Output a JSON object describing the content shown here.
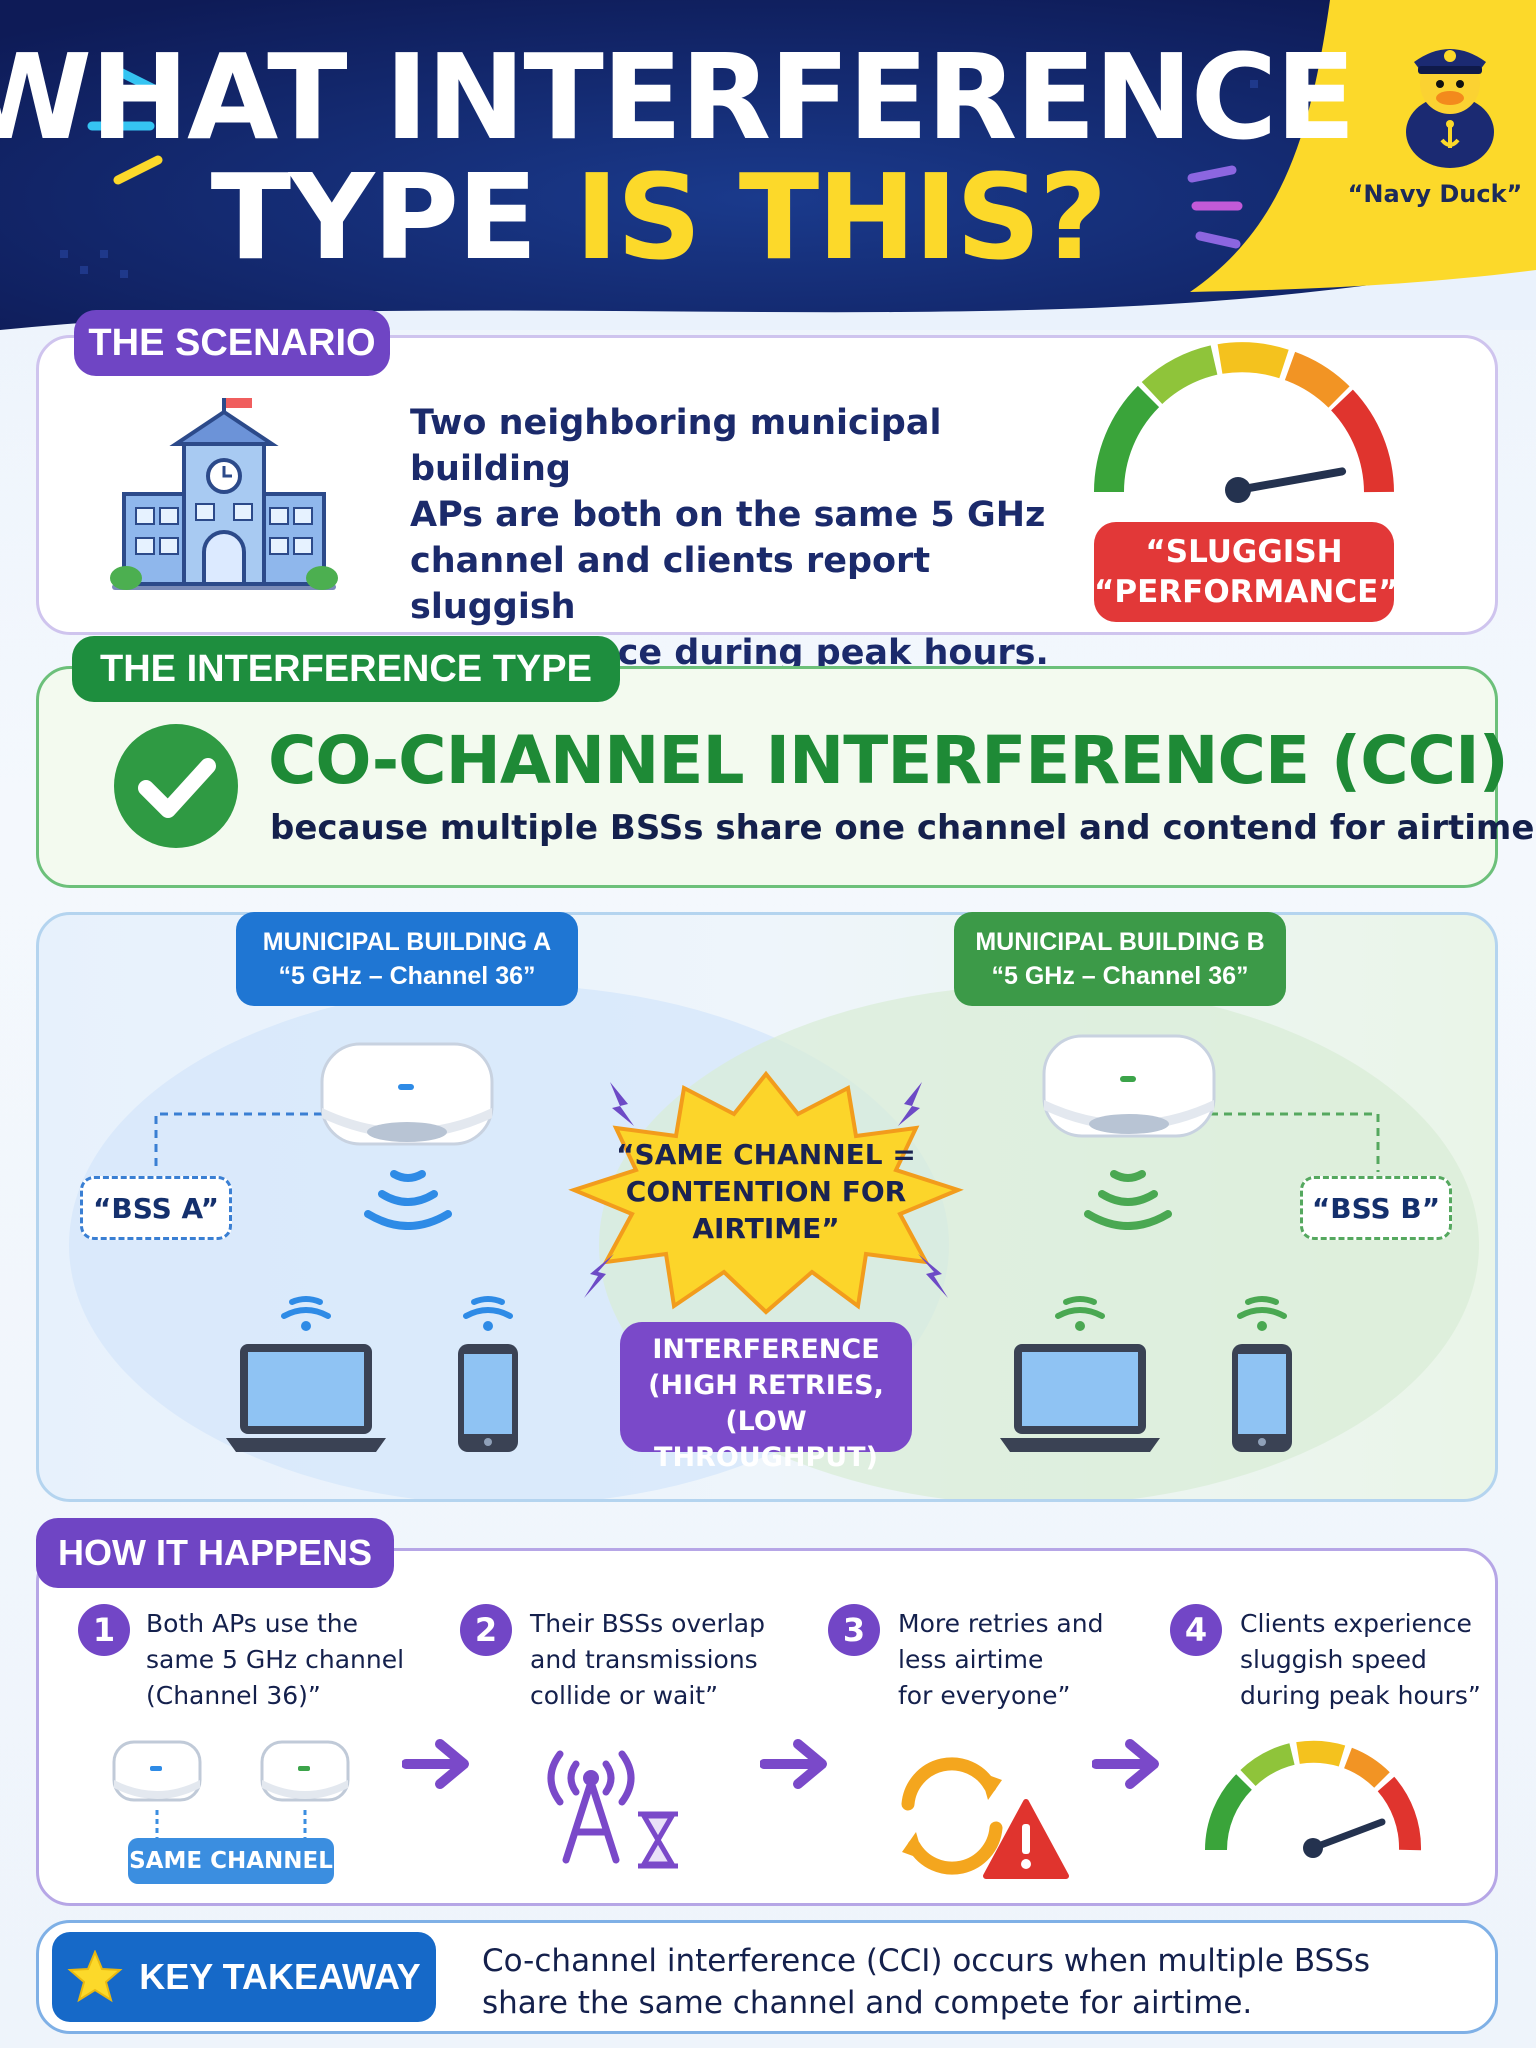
{
  "header": {
    "title_line1": "WHAT INTERFERENCE",
    "title_line2_white": "TYPE",
    "title_line2_yellow": "IS THIS?",
    "mascot_label": "“Navy Duck”",
    "mascot_icon": "duck-captain-mascot-icon",
    "colors": {
      "navy": "#101e5c",
      "yellow": "#fcd92a"
    }
  },
  "scenario": {
    "label": "THE SCENARIO",
    "lines": [
      "Two neighboring municipal building",
      "APs are both on the same 5 GHz",
      "channel and clients report sluggish",
      "performance during peak hours."
    ],
    "badge_line1": "“SLUGGISH",
    "badge_line2": "“PERFORMANCE”",
    "gauge_level": 0.88
  },
  "interference_type": {
    "label": "THE INTERFERENCE TYPE",
    "title": "CO-CHANNEL INTERFERENCE (CCI)",
    "subtitle": "because multiple BSSs share one channel and contend for airtime"
  },
  "diagram": {
    "building_a_line1": "MUNICIPAL BUILDING A",
    "building_a_line2": "“5 GHz – Channel 36”",
    "building_b_line1": "MUNICIPAL BUILDING B",
    "building_b_line2": "“5 GHz – Channel 36”",
    "bss_a": "“BSS A”",
    "bss_b": "“BSS B”",
    "burst_lines": [
      "“SAME CHANNEL =",
      "CONTENTION FOR",
      "AIRTIME”"
    ],
    "interference_lines": [
      "INTERFERENCE",
      "(HIGH RETRIES,",
      "(LOW THROUGHPUT)"
    ]
  },
  "how": {
    "label": "HOW IT HAPPENS",
    "steps": [
      {
        "num": "1",
        "lines": [
          "Both APs use the",
          "same 5 GHz channel",
          "(Channel 36)”"
        ]
      },
      {
        "num": "2",
        "lines": [
          "Their BSSs overlap",
          "and transmissions",
          "collide or wait”"
        ]
      },
      {
        "num": "3",
        "lines": [
          "More retries and",
          "less airtime",
          "for everyone”"
        ]
      },
      {
        "num": "4",
        "lines": [
          "Clients experience",
          "sluggish speed",
          "during peak hours”"
        ]
      }
    ],
    "same_channel": "SAME CHANNEL"
  },
  "takeaway": {
    "label": "KEY TAKEAWAY",
    "lines": [
      "Co-channel interference (CCI) occurs when multiple BSSs",
      "share the same channel and compete for airtime."
    ]
  }
}
